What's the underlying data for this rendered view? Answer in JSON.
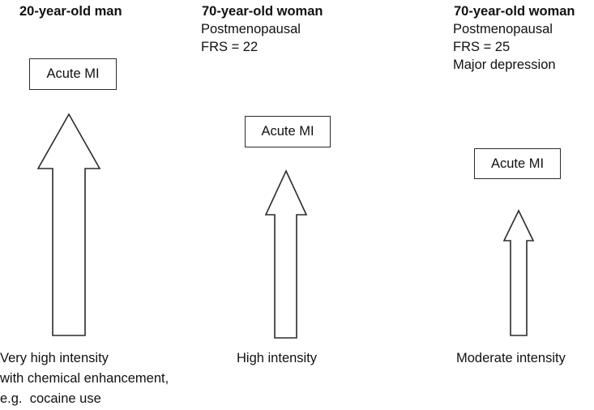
{
  "figure": {
    "title_absent": true,
    "background_color": "#ffffff",
    "stroke_color": "#2b2b2b",
    "text_color": "#111111"
  },
  "columns": [
    {
      "id": "column-1",
      "header": "20-year-old man",
      "sublines": [],
      "outcome_box": "Acute MI",
      "arrow": {
        "label": "very-high-intensity-arrow",
        "head_width": 78,
        "shaft_width": 42,
        "total_height": 274
      },
      "caption_lines": [
        "Very high intensity",
        "with chemical enhancement,",
        "e.g.  cocaine use"
      ]
    },
    {
      "id": "column-2",
      "header": "70-year-old woman",
      "sublines": [
        "Postmenopausal",
        "FRS = 22"
      ],
      "outcome_box": "Acute MI",
      "arrow": {
        "label": "high-intensity-arrow",
        "head_width": 53,
        "shaft_width": 29,
        "total_height": 209
      },
      "caption_lines": [
        "High intensity"
      ]
    },
    {
      "id": "column-3",
      "header": "70-year-old woman",
      "sublines": [
        "Postmenopausal",
        "FRS = 25",
        "Major depression"
      ],
      "outcome_box": "Acute MI",
      "arrow": {
        "label": "moderate-intensity-arrow",
        "head_width": 40,
        "shaft_width": 21,
        "total_height": 157
      },
      "caption_lines": [
        "Moderate intensity"
      ]
    }
  ]
}
